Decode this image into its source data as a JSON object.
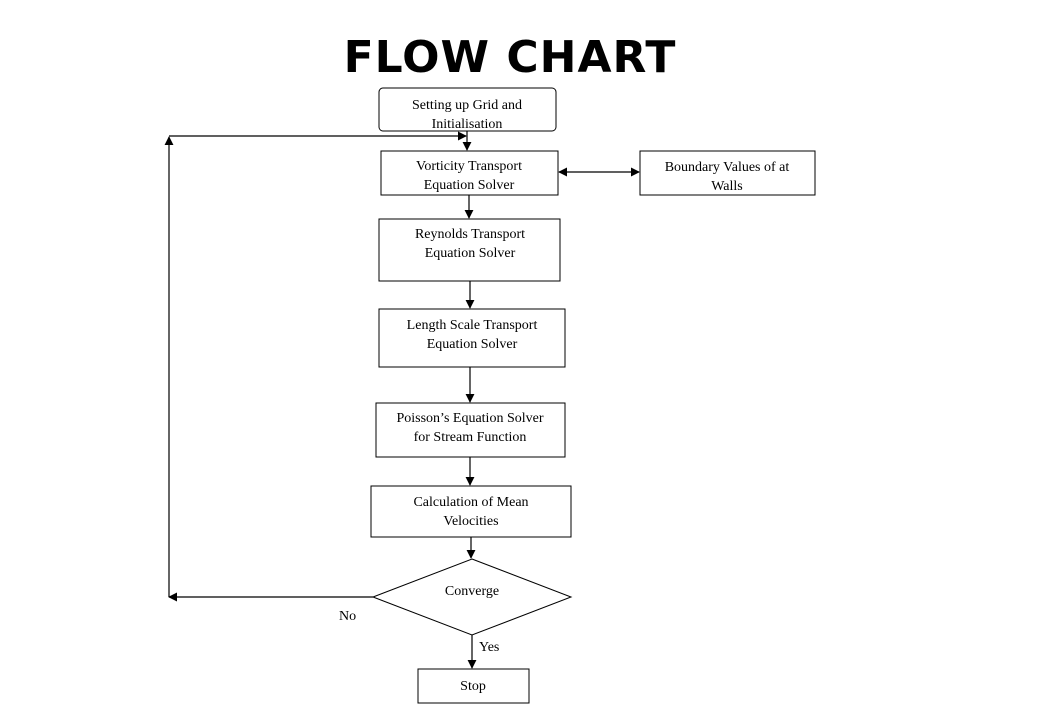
{
  "title": "FLOW CHART",
  "nodes": {
    "setup": {
      "line1": "Setting up Grid and",
      "line2": "Initialisation"
    },
    "vorticity": {
      "line1": "Vorticity Transport",
      "line2": "Equation Solver"
    },
    "boundary": {
      "line1": "Boundary Values of at",
      "line2": "Walls"
    },
    "reynolds": {
      "line1": "Reynolds Transport",
      "line2": "Equation Solver"
    },
    "length": {
      "line1": "Length Scale Transport",
      "line2": "Equation Solver"
    },
    "poisson": {
      "line1": "Poisson’s Equation Solver",
      "line2": "for Stream Function"
    },
    "mean": {
      "line1": "Calculation of Mean",
      "line2": "Velocities"
    },
    "converge": {
      "label": "Converge"
    },
    "stop": {
      "label": "Stop"
    }
  },
  "edges": {
    "no_label": "No",
    "yes_label": "Yes"
  }
}
